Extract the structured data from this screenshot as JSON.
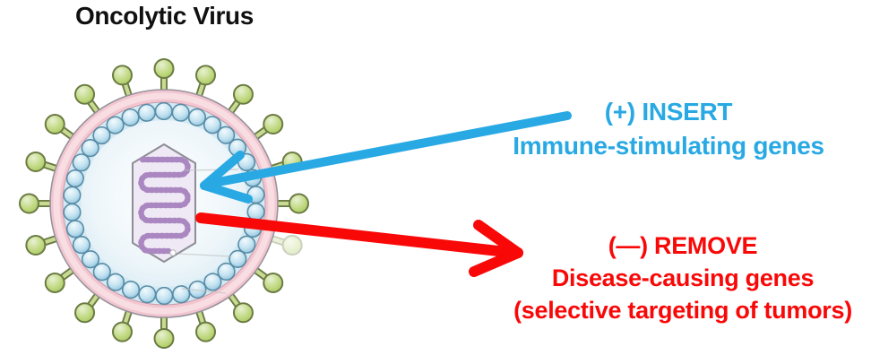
{
  "title": "Oncolytic Virus",
  "annotations": {
    "insert": {
      "line1": "(+) INSERT",
      "line2": "Immune-stimulating genes",
      "color": "#29a9e4"
    },
    "remove": {
      "line1": "(—) REMOVE",
      "line2": "Disease-causing genes",
      "line3": "(selective targeting of tumors)",
      "color": "#f90808"
    }
  },
  "virus": {
    "colors": {
      "spike_head": "#bdd678",
      "spike_stem_light": "#c9db93",
      "spike_outline": "#6b7b43",
      "envelope": "#f2c6d0",
      "envelope_highlight": "#f8dde3",
      "envelope_outline": "#96939b",
      "interior": "#d3e9f3",
      "interior_edge": "#c79aa8",
      "bead_outline": "#588ca6",
      "capsid_fill": "#efe9f5",
      "capsid_outline": "#8d8d95",
      "genome": "#aa87c0",
      "leader_line": "#c2c2c2"
    }
  }
}
